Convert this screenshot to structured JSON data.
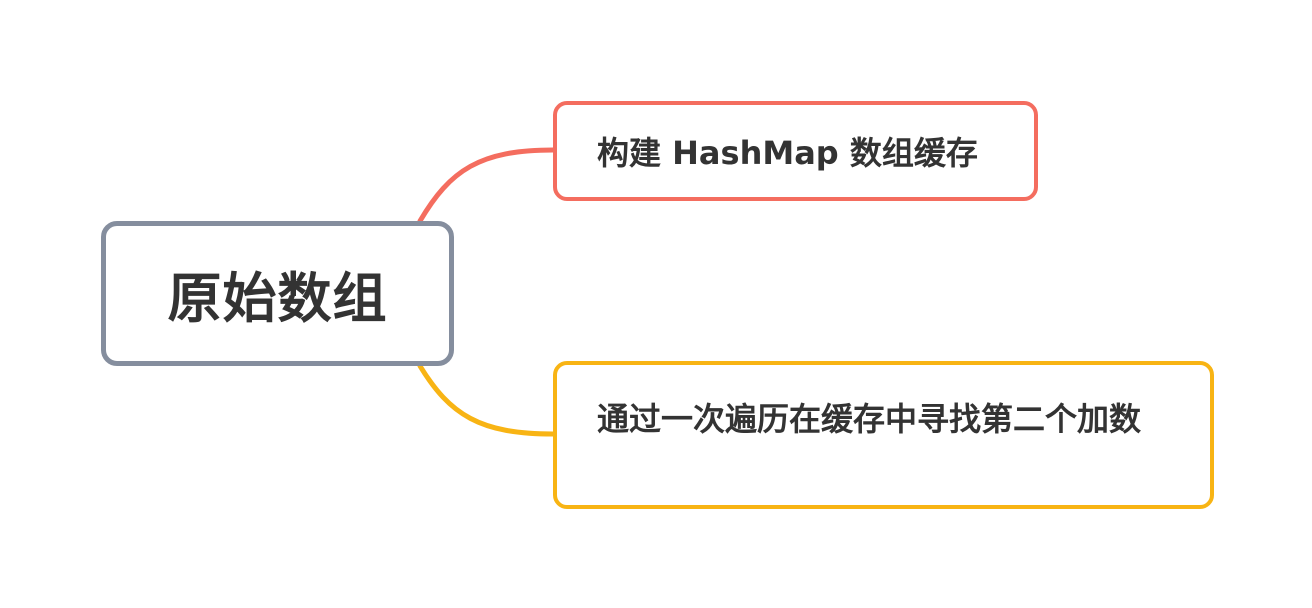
{
  "diagram": {
    "type": "mind-map",
    "root": {
      "label": "原始数组",
      "border_color": "#858e9e"
    },
    "branches": [
      {
        "label": "构建 HashMap 数组缓存",
        "color": "#f46d5f"
      },
      {
        "label": "通过一次遍历在缓存中寻找第二个加数",
        "color": "#f8b414"
      }
    ]
  }
}
